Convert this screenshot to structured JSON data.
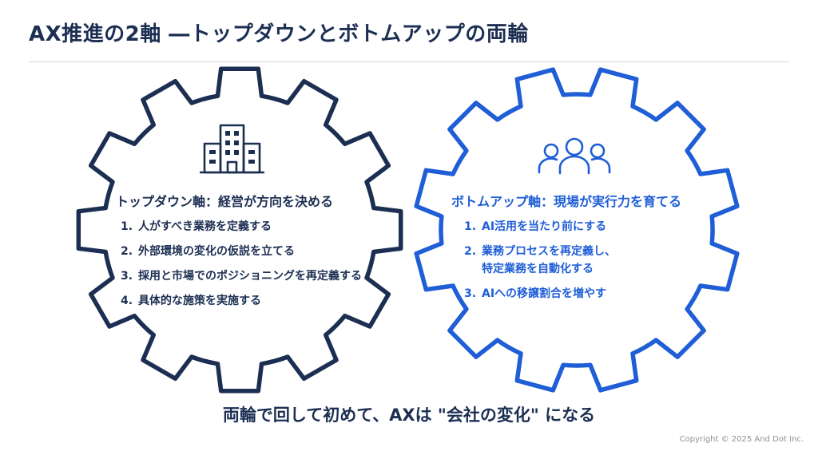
{
  "title": "AX推進の2軸 ―トップダウンとボトムアップの両輪",
  "left_gear": {
    "icon": "building-icon",
    "color": "#1c2f52",
    "heading": "トップダウン軸：経営が方向を決める",
    "items": [
      {
        "num": "1.",
        "text": "人がすべき業務を定義する"
      },
      {
        "num": "2.",
        "text": "外部環境の変化の仮説を立てる"
      },
      {
        "num": "3.",
        "text": "採用と市場でのポジショニングを再定義する"
      },
      {
        "num": "4.",
        "text": "具体的な施策を実施する"
      }
    ]
  },
  "right_gear": {
    "icon": "people-group-icon",
    "color": "#1f5ed6",
    "heading": "ボトムアップ軸：現場が実行力を育てる",
    "items": [
      {
        "num": "1.",
        "text": "AI活用を当たり前にする"
      },
      {
        "num": "2.",
        "text": "業務プロセスを再定義し、\n特定業務を自動化する"
      },
      {
        "num": "3.",
        "text": "AIへの移譲割合を増やす"
      }
    ]
  },
  "tagline": "両輪で回して初めて、AXは \"会社の変化\" になる",
  "copyright": "Copyright © 2025 And Dot Inc."
}
